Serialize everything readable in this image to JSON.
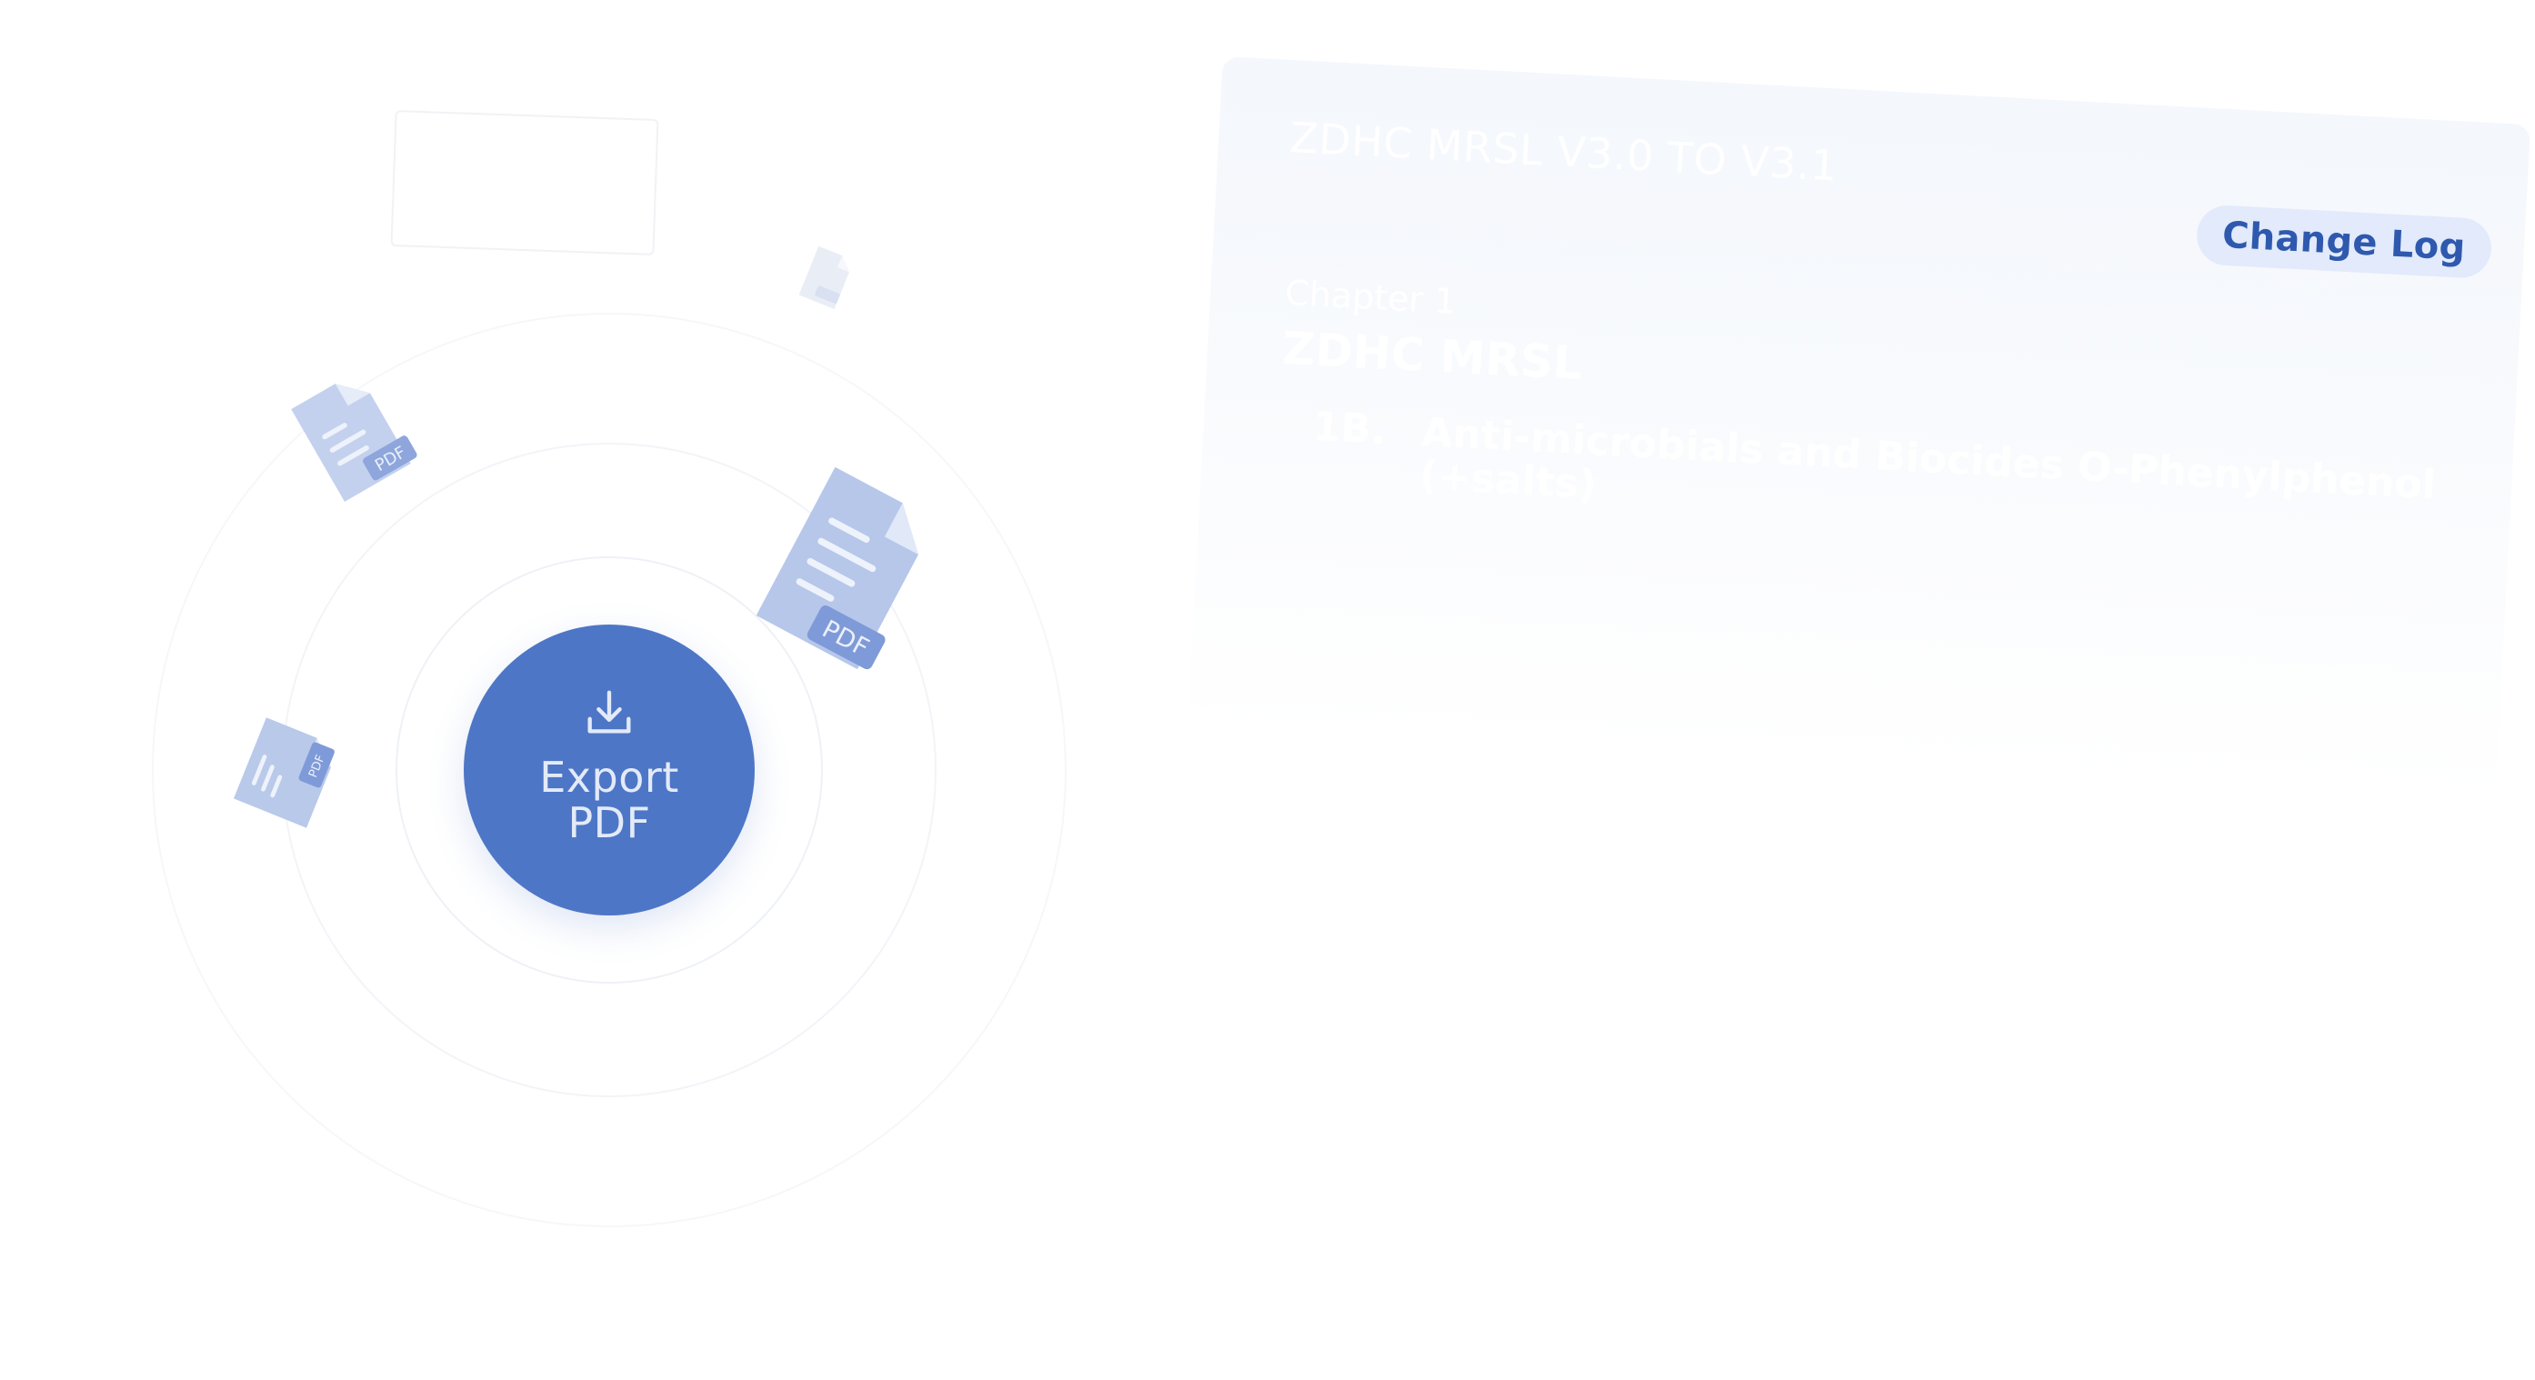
{
  "export": {
    "label_line1": "Export",
    "label_line2": "PDF",
    "icon": "download-icon",
    "color": "#4e76c6"
  },
  "pdf_badge": "PDF",
  "document": {
    "title": "ZDHC MRSL V3.0 TO V3.1",
    "change_log_label": "Change Log",
    "chapter_label": "Chapter 1",
    "chapter_title": "ZDHC MRSL",
    "item_number": "1B.",
    "item_text": "Anti-microbials and Biocides O-Phenylphenol (+salts)"
  },
  "colors": {
    "accent": "#4e76c6",
    "change_log_bg": "#e2eafb",
    "change_log_text": "#2e59ae",
    "pdf_icon_fill": "#b9c9ea",
    "pdf_badge_fill": "#7f9ad8"
  }
}
